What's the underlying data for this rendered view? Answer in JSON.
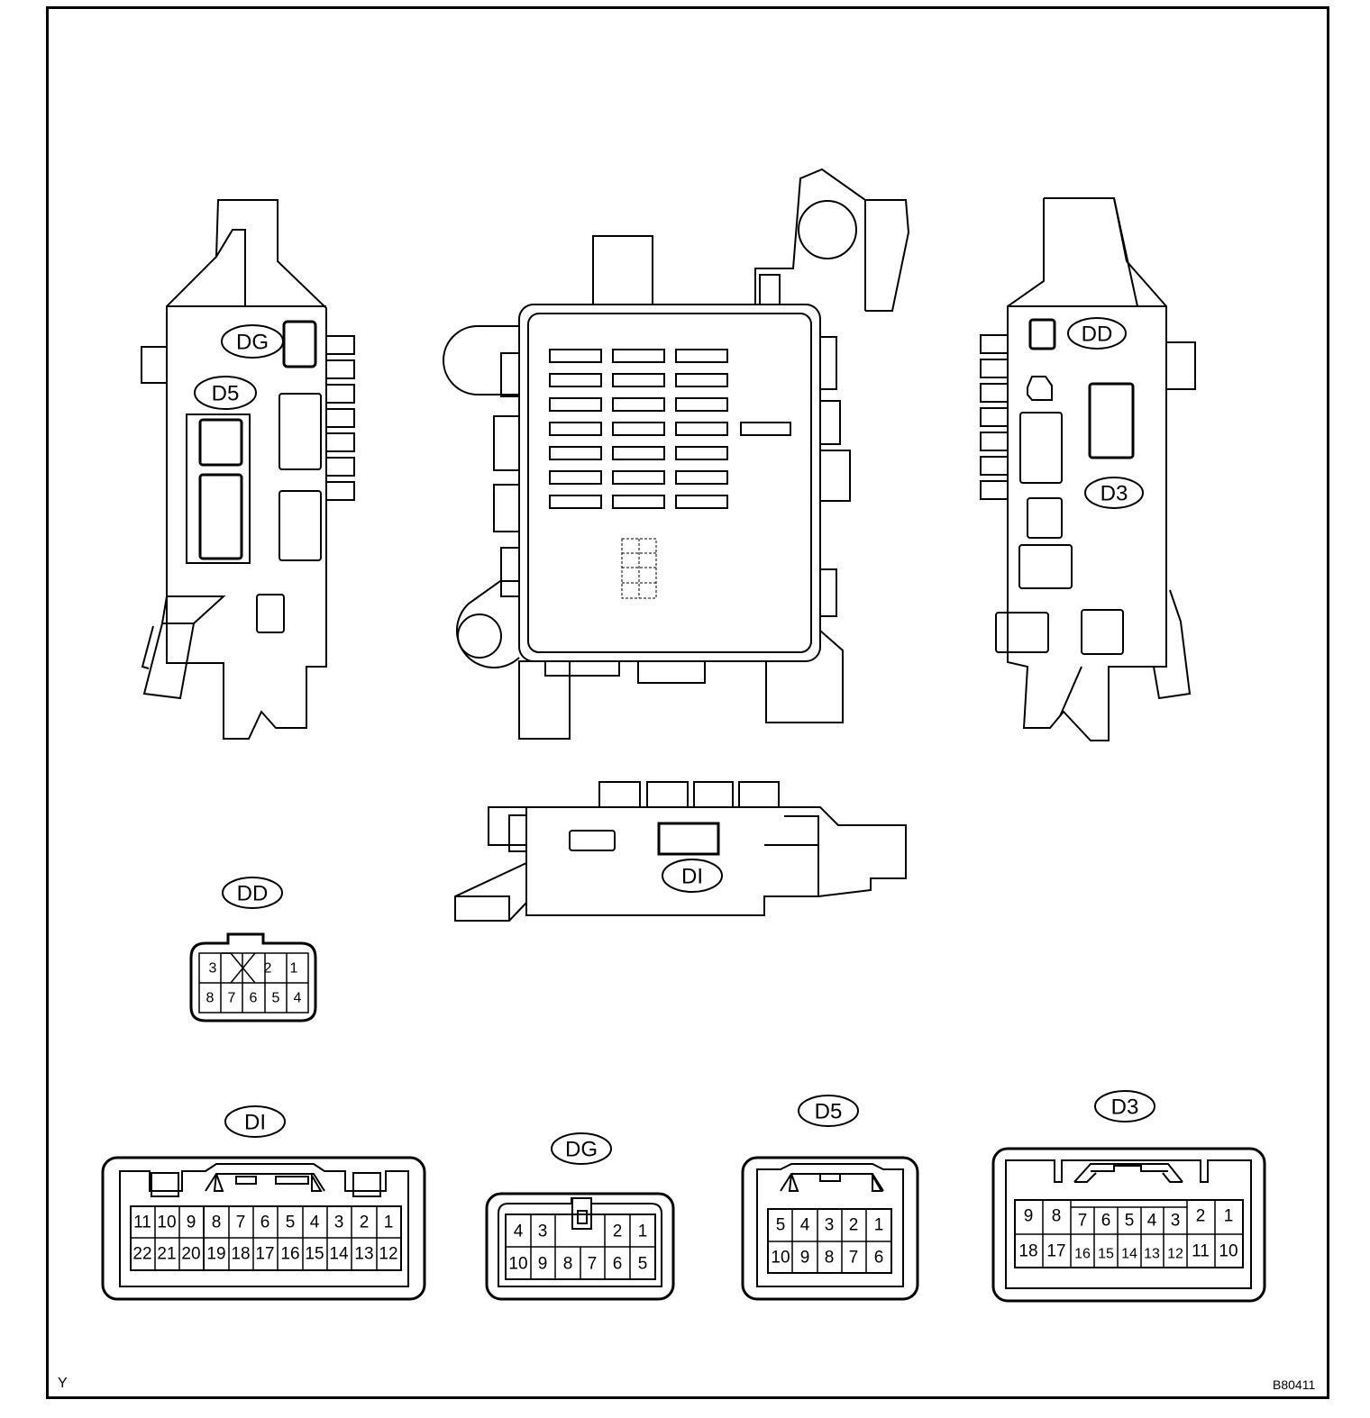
{
  "labels": {
    "dg": "DG",
    "d5": "D5",
    "dd": "DD",
    "d3": "D3",
    "di": "DI"
  },
  "connectors": {
    "dd": {
      "label": "DD",
      "top": [
        "3",
        "",
        "2",
        "1"
      ],
      "bottom": [
        "8",
        "7",
        "6",
        "5",
        "4"
      ]
    },
    "di": {
      "label": "DI",
      "top": [
        "11",
        "10",
        "9",
        "8",
        "7",
        "6",
        "5",
        "4",
        "3",
        "2",
        "1"
      ],
      "bottom": [
        "22",
        "21",
        "20",
        "19",
        "18",
        "17",
        "16",
        "15",
        "14",
        "13",
        "12"
      ]
    },
    "dg": {
      "label": "DG",
      "top": [
        "4",
        "3",
        "",
        "",
        "2",
        "1"
      ],
      "bottom": [
        "10",
        "9",
        "8",
        "7",
        "6",
        "5"
      ]
    },
    "d5": {
      "label": "D5",
      "top": [
        "5",
        "4",
        "3",
        "2",
        "1"
      ],
      "bottom": [
        "10",
        "9",
        "8",
        "7",
        "6"
      ]
    },
    "d3": {
      "label": "D3",
      "top": [
        "9",
        "8",
        "7",
        "6",
        "5",
        "4",
        "3",
        "2",
        "1"
      ],
      "bottom": [
        "18",
        "17",
        "16",
        "15",
        "14",
        "13",
        "12",
        "11",
        "10"
      ]
    }
  },
  "footer": {
    "left_mark": "Y",
    "figure_code": "B80411"
  }
}
